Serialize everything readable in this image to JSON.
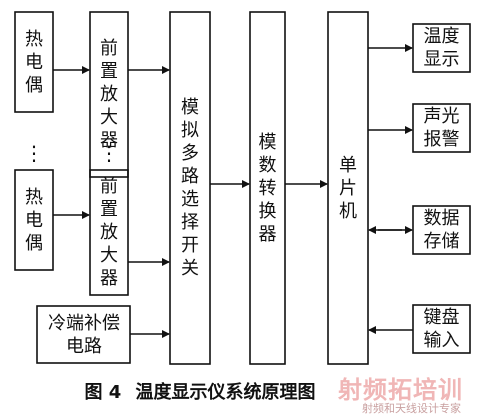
{
  "blocks": {
    "thermocouple_top": "热电偶",
    "preamp_top": "前置放大器",
    "thermocouple_bottom": "热电偶",
    "preamp_bottom": "前置放大器",
    "ellipsis_left": "⋮",
    "ellipsis_right": "⋮",
    "cold_junction": "冷端补偿电路",
    "mux": "模拟多路选择开关",
    "adc": "模数转换器",
    "mcu": "单片机",
    "temp_display": "温度显示",
    "sound_light_alarm": "声光报警",
    "data_storage": "数据存储",
    "keyboard_input": "键盘输入"
  },
  "caption": {
    "figure_no": "图 4",
    "title": "温度显示仪系统原理图"
  },
  "watermark": {
    "main": "射频拓培训",
    "sub": "射频和天线设计专家"
  }
}
